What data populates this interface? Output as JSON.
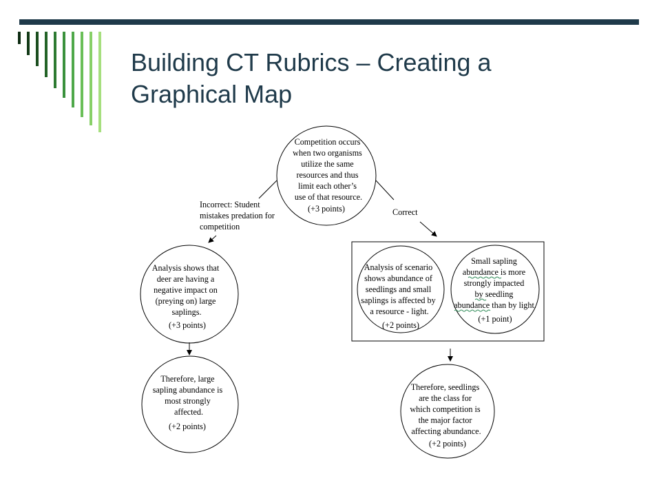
{
  "slide": {
    "title_line1": "Building CT Rubrics – Creating a",
    "title_line2": "Graphical Map"
  },
  "colors": {
    "title": "#1f3a4a",
    "bar": "#1f3a4a",
    "stripes": [
      "#0d2b12",
      "#123a17",
      "#1b4e1f",
      "#236327",
      "#2d7a31",
      "#3a913c",
      "#4fa84a",
      "#6abf58",
      "#88d068",
      "#a6df7e"
    ]
  },
  "nodes": {
    "top": {
      "lines": [
        "Competition occurs",
        "when two organisms",
        "utilize the same",
        "resources and thus",
        "limit each other’s",
        "use of that resource."
      ],
      "points": "(+3 points)"
    },
    "left1": {
      "lines": [
        "Analysis shows that",
        "deer are having a",
        "negative impact on",
        "(preying on) large",
        "saplings."
      ],
      "points": "(+3 points)"
    },
    "left2": {
      "lines": [
        "Therefore, large",
        "sapling abundance is",
        "most strongly",
        "affected."
      ],
      "points": "(+2 points)"
    },
    "right_a": {
      "lines": [
        "Analysis of scenario",
        "shows abundance of",
        "seedlings and small",
        "saplings is affected by",
        "a resource - light."
      ],
      "points": "(+2 points)"
    },
    "right_b": {
      "lines": [
        "Small sapling",
        "abundance is more",
        "strongly impacted",
        "by seedling",
        "abundance than by light."
      ],
      "points": "(+1 point)"
    },
    "right2": {
      "lines": [
        "Therefore, seedlings",
        "are the class for",
        "which competition is",
        "the major factor",
        "affecting abundance."
      ],
      "points": "(+2 points)"
    }
  },
  "labels": {
    "incorrect": [
      "Incorrect: Student",
      "mistakes predation for",
      "competition"
    ],
    "correct": "Correct"
  }
}
